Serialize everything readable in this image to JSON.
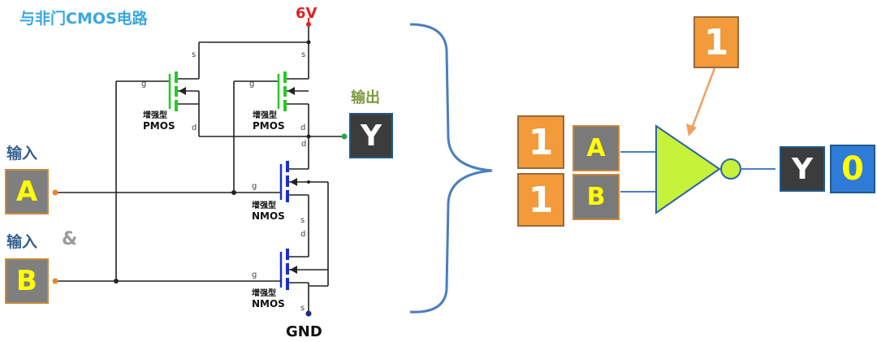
{
  "title": "与非门CMOS电路",
  "circuit": {
    "supply_label": "6V",
    "ground_label": "GND",
    "input_label_top": "输入",
    "input_label_bottom": "输入",
    "amp_label": "&",
    "input_a": "A",
    "input_b": "B",
    "output_label": "输出",
    "output": "Y",
    "transistor_type": "增强型",
    "pmos_label": "PMOS",
    "nmos_label": "NMOS",
    "pin_s": "s",
    "pin_d": "d",
    "pin_g": "g"
  },
  "logic": {
    "input_a_value": "1",
    "input_b_value": "1",
    "input_a_name": "A",
    "input_b_name": "B",
    "pointer_value": "1",
    "output_name": "Y",
    "output_value": "0"
  },
  "colors": {
    "wire": "#222222",
    "supply": "#e02020",
    "pmos": "#22cc22",
    "nmos": "#1a2ed0",
    "node_orange": "#e8862a",
    "node_green": "#1ea84a",
    "node_gnd": "#1a2a80",
    "brace": "#4a7ec0",
    "gate_fill": "#c6f23a",
    "arrow": "#f0a060"
  }
}
